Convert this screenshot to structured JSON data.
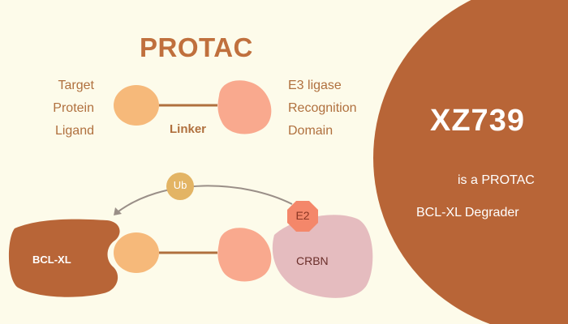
{
  "colors": {
    "background": "#fdfbea",
    "brown": "#b86537",
    "title_orange": "#c0703d",
    "label_tan": "#b0703e",
    "ligand_orange": "#f6b97a",
    "e3_salmon": "#f9a98e",
    "ub_gold": "#e3b464",
    "e2_coral": "#f4876a",
    "crbn_pink": "#e5bcbf",
    "arrow_gray": "#9a8f88"
  },
  "diagram": {
    "title": "PROTAC",
    "target_label": [
      "Target",
      "Protein",
      "Ligand"
    ],
    "e3_label": [
      "E3 ligase",
      "Recognition",
      "Domain"
    ],
    "linker_label": "Linker",
    "ub_label": "Ub",
    "e2_label": "E2",
    "bcl_label": "BCL-XL",
    "crbn_label": "CRBN"
  },
  "side_panel": {
    "compound": "XZ739",
    "line1": "is a PROTAC",
    "line2": "BCL-XL Degrader"
  }
}
